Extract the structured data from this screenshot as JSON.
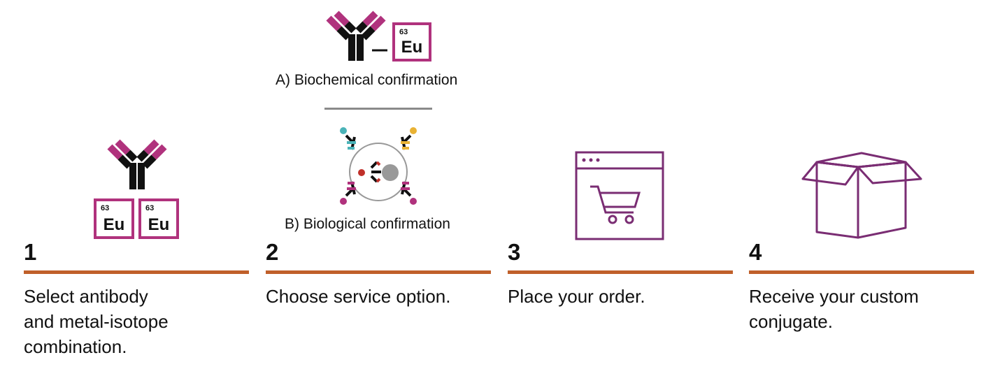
{
  "colors": {
    "magenta": "#b0327d",
    "purple": "#7a2d73",
    "rule_orange": "#c0602a",
    "divider_gray": "#8a8a8a",
    "black": "#111111",
    "teal": "#4ab3b8",
    "gold": "#e9b234",
    "red": "#c0302a",
    "gray": "#999999"
  },
  "element": {
    "number": "63",
    "symbol": "Eu"
  },
  "option_a": {
    "caption": "A) Biochemical confirmation"
  },
  "option_b": {
    "caption": "B) Biological confirmation"
  },
  "steps": [
    {
      "number": "1",
      "text": "Select antibody\nand metal-isotope\ncombination.",
      "icon": "antibody-with-two-eu-tags-icon"
    },
    {
      "number": "2",
      "text": "Choose service option.",
      "icon": "service-options-icon"
    },
    {
      "number": "3",
      "text": "Place your order.",
      "icon": "shopping-cart-browser-icon"
    },
    {
      "number": "4",
      "text": "Receive your custom\nconjugate.",
      "icon": "open-box-icon"
    }
  ]
}
